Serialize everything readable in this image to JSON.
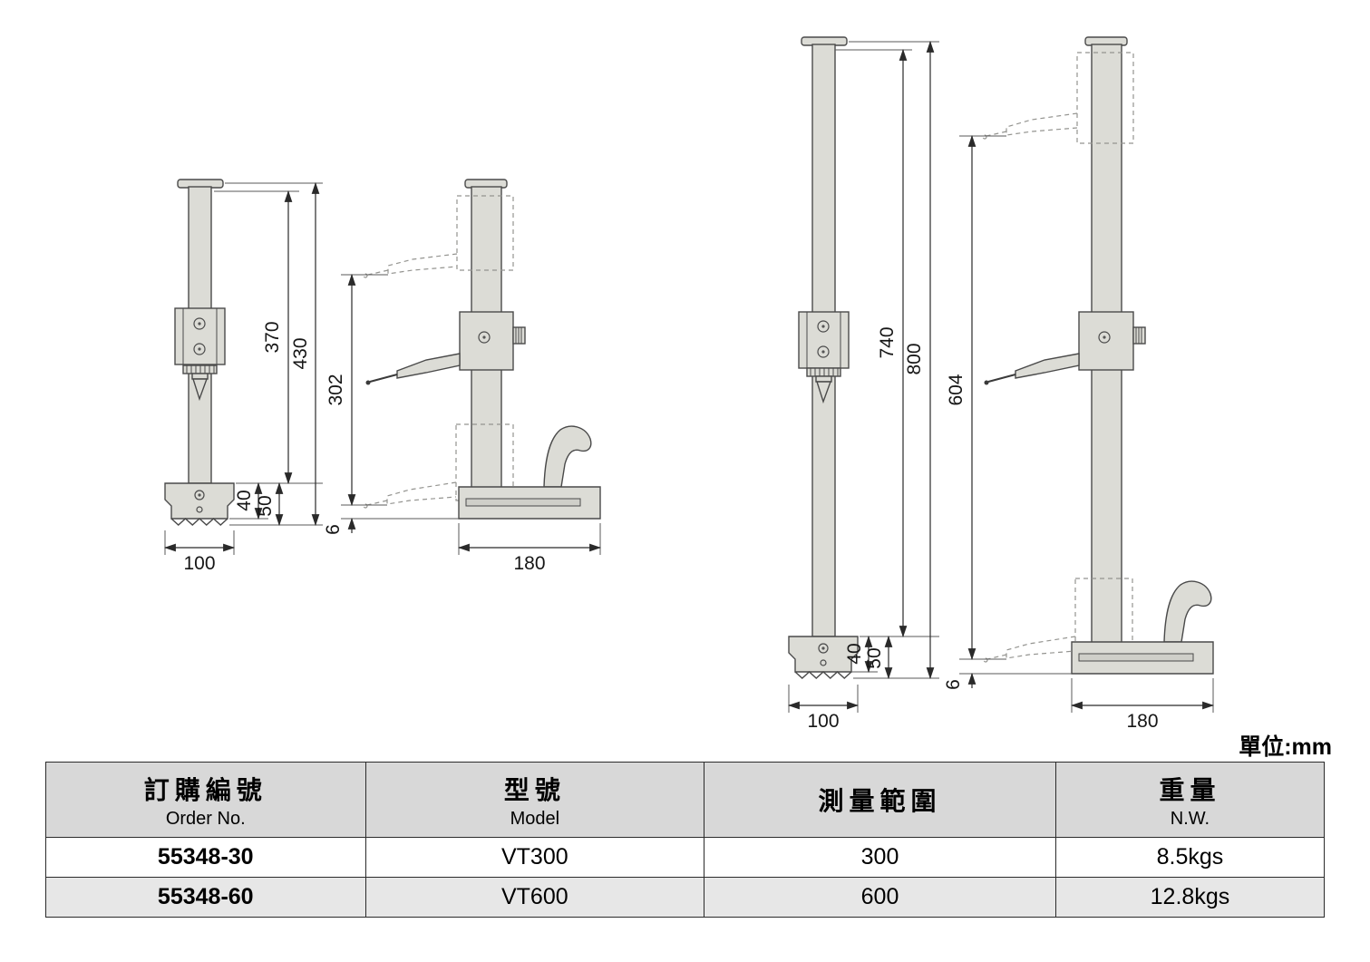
{
  "page": {
    "unit_label": "單位:mm"
  },
  "drawings": {
    "small_front": {
      "d370": "370",
      "d430": "430",
      "d40": "40",
      "d50": "50",
      "d100": "100"
    },
    "small_side": {
      "d302": "302",
      "d6": "6",
      "d180": "180"
    },
    "large_front": {
      "d740": "740",
      "d800": "800",
      "d40": "40",
      "d50": "50",
      "d100": "100"
    },
    "large_side": {
      "d604": "604",
      "d6": "6",
      "d180": "180"
    }
  },
  "table": {
    "headers": [
      {
        "zh": "訂購編號",
        "en": "Order No."
      },
      {
        "zh": "型號",
        "en": "Model"
      },
      {
        "zh": "測量範圍",
        "en": ""
      },
      {
        "zh": "重量",
        "en": "N.W."
      }
    ],
    "rows": [
      {
        "order_no": "55348-30",
        "model": "VT300",
        "range": "300",
        "weight": "8.5kgs"
      },
      {
        "order_no": "55348-60",
        "model": "VT600",
        "range": "600",
        "weight": "12.8kgs"
      }
    ]
  }
}
